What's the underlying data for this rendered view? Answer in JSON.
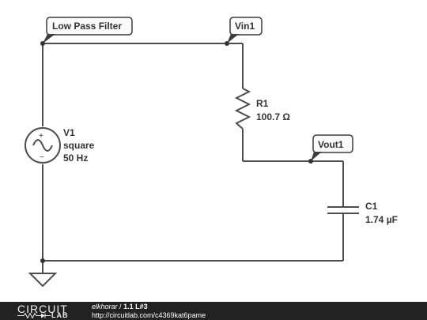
{
  "schematic": {
    "net_labels": {
      "low_pass_filter": "Low Pass Filter",
      "vin1": "Vin1",
      "vout1": "Vout1"
    },
    "v1": {
      "name": "V1",
      "type": "square",
      "freq": "50 Hz"
    },
    "r1": {
      "name": "R1",
      "value": "100.7 Ω"
    },
    "c1": {
      "name": "C1",
      "value": "1.74 µF"
    }
  },
  "footer": {
    "logo_word1": "CIRCUIT",
    "logo_word2": "LAB",
    "author": "elkhorar",
    "separator": "/",
    "project": "1.1 L#3",
    "url": "http://circuitlab.com/c4369kat6pame"
  }
}
